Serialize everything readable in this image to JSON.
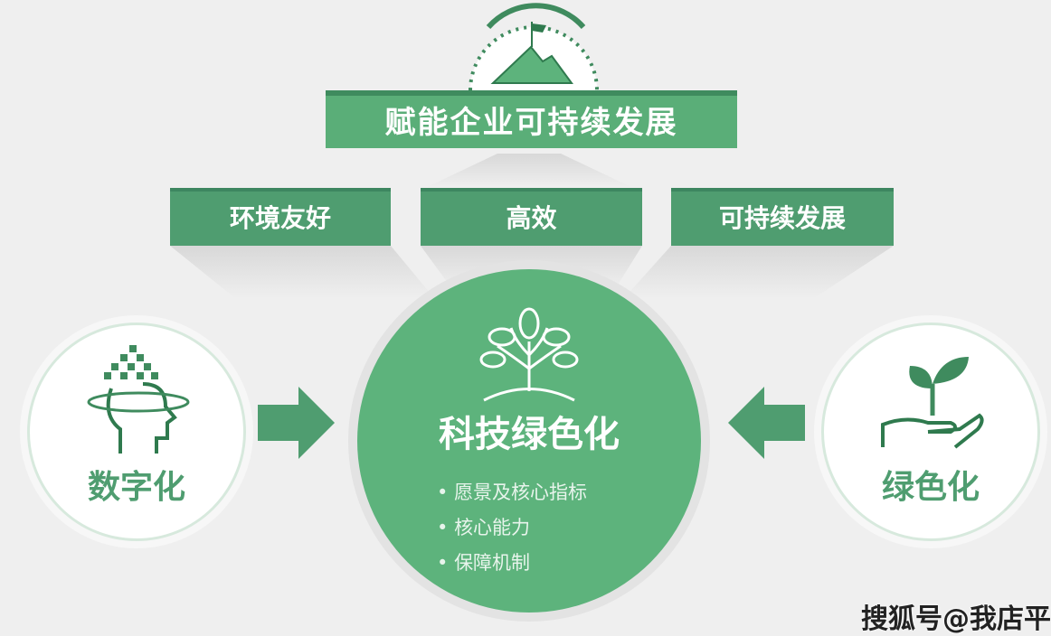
{
  "top": {
    "title": "赋能企业可持续发展"
  },
  "boxes": [
    "环境友好",
    "高效",
    "可持续发展"
  ],
  "center": {
    "title": "科技绿色化",
    "bullets": [
      "愿景及核心指标",
      "核心能力",
      "保障机制"
    ]
  },
  "left": {
    "label": "数字化"
  },
  "right": {
    "label": "绿色化"
  },
  "watermark": "搜狐号@我店平",
  "colors": {
    "green": "#5db37c",
    "dark_green": "#4f9d70",
    "background": "#efefef"
  }
}
